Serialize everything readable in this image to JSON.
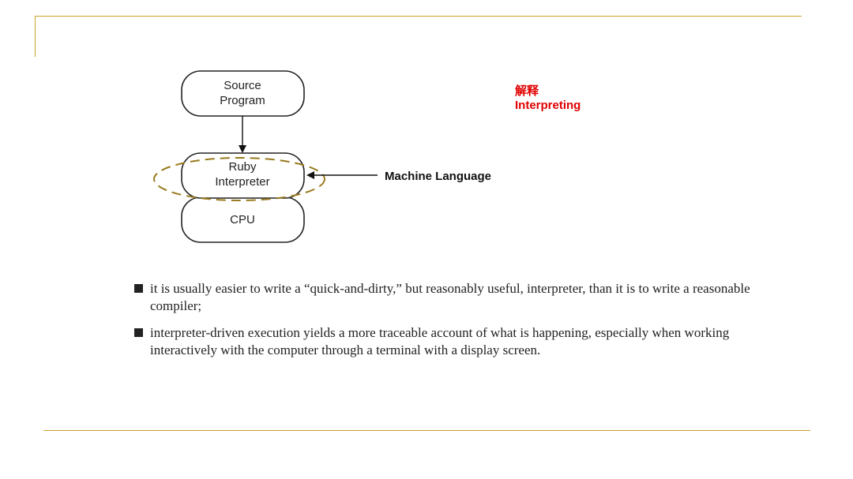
{
  "diagram": {
    "nodes": {
      "source_line1": "Source",
      "source_line2": "Program",
      "interp_line1": "Ruby",
      "interp_line2": "Interpreter",
      "cpu": "CPU"
    },
    "machine_language_label": "Machine Language"
  },
  "annotation": {
    "chinese": "解释",
    "english": "Interpreting"
  },
  "bullets": [
    "it is usually easier to write a “quick-and-dirty,” but reasonably useful, interpreter, than it is to write a reasonable compiler;",
    "interpreter-driven execution yields a more traceable account of what is happening, especially when working interactively with the computer through a terminal with a display screen."
  ],
  "colors": {
    "accent_rule": "#c9a227",
    "annotation": "#e00000",
    "dashed_ellipse": "#9a7a1e"
  }
}
